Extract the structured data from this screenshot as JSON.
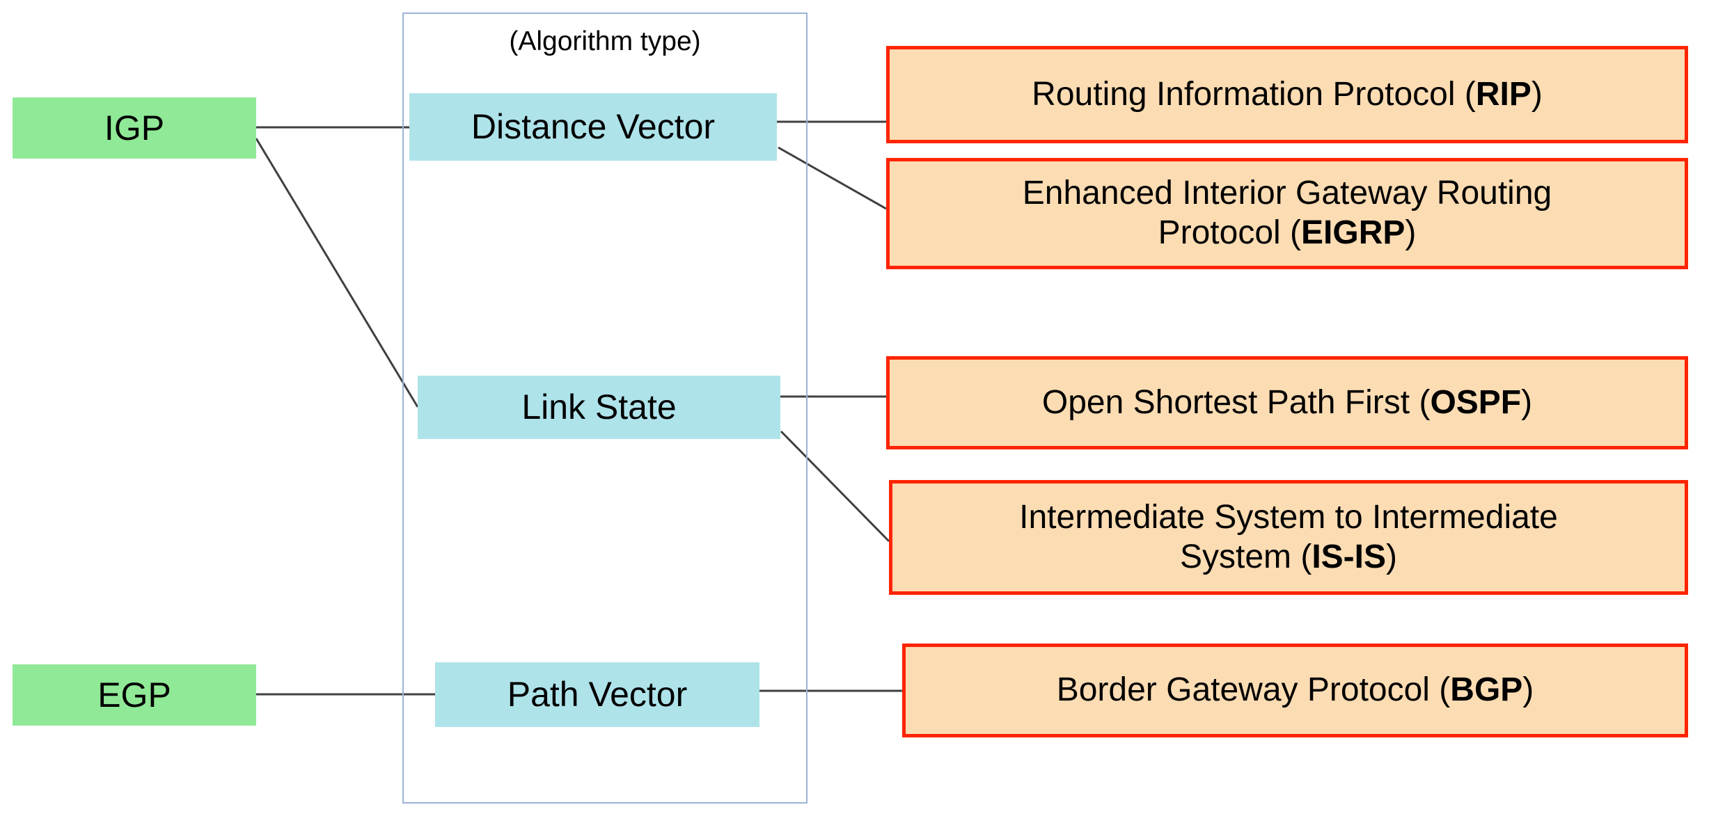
{
  "diagram": {
    "title_label": "(Algorithm type)",
    "group": {
      "label": "(Algorithm type)",
      "border_color": "#9db3d4"
    },
    "colors": {
      "green_fill": "#90e996",
      "cyan_fill": "#aee3ea",
      "orange_fill": "#fcdcb3",
      "orange_border": "#fe2400",
      "connector": "#404040",
      "group_border": "#9db3d4",
      "background": "#ffffff",
      "text": "#000000"
    },
    "categories": [
      {
        "id": "igp",
        "label": "IGP"
      },
      {
        "id": "egp",
        "label": "EGP"
      }
    ],
    "algorithms": [
      {
        "id": "distance-vector",
        "label": "Distance Vector"
      },
      {
        "id": "link-state",
        "label": "Link State"
      },
      {
        "id": "path-vector",
        "label": "Path Vector"
      }
    ],
    "protocols": [
      {
        "id": "rip",
        "name": "Routing Information Protocol",
        "acronym": "RIP",
        "lines": [
          {
            "text": "Routing Information Protocol (",
            "bold": "RIP",
            "tail": ")"
          }
        ]
      },
      {
        "id": "eigrp",
        "name": "Enhanced Interior Gateway Routing Protocol",
        "acronym": "EIGRP",
        "lines": [
          {
            "text": "Enhanced Interior Gateway Routing"
          },
          {
            "text": "Protocol (",
            "bold": "EIGRP",
            "tail": ")"
          }
        ]
      },
      {
        "id": "ospf",
        "name": "Open Shortest Path First",
        "acronym": "OSPF",
        "lines": [
          {
            "text": "Open Shortest Path First (",
            "bold": "OSPF",
            "tail": ")"
          }
        ]
      },
      {
        "id": "isis",
        "name": "Intermediate System to Intermediate System",
        "acronym": "IS-IS",
        "lines": [
          {
            "text": "Intermediate System to Intermediate"
          },
          {
            "text": "System (",
            "bold": "IS-IS",
            "tail": ")"
          }
        ]
      },
      {
        "id": "bgp",
        "name": "Border Gateway Protocol",
        "acronym": "BGP",
        "lines": [
          {
            "text": "Border Gateway Protocol (",
            "bold": "BGP",
            "tail": ")"
          }
        ]
      }
    ],
    "connections": [
      {
        "from": "igp",
        "to": "distance-vector"
      },
      {
        "from": "igp",
        "to": "link-state"
      },
      {
        "from": "egp",
        "to": "path-vector"
      },
      {
        "from": "distance-vector",
        "to": "rip"
      },
      {
        "from": "distance-vector",
        "to": "eigrp"
      },
      {
        "from": "link-state",
        "to": "ospf"
      },
      {
        "from": "link-state",
        "to": "isis"
      },
      {
        "from": "path-vector",
        "to": "bgp"
      }
    ]
  }
}
